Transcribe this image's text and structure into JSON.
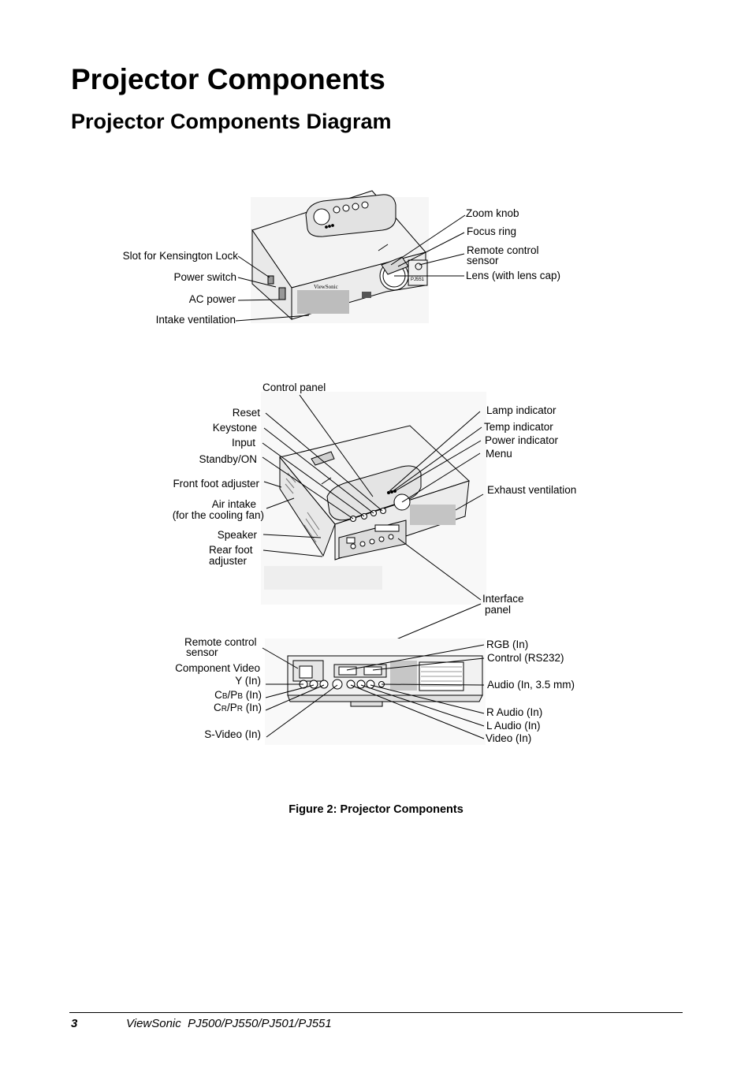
{
  "heading": "Projector Components",
  "subheading": "Projector Components Diagram",
  "labels": {
    "zoom_knob": "Zoom knob",
    "focus_ring": "Focus ring",
    "remote_sensor_front_1": "Remote control",
    "remote_sensor_front_2": "sensor",
    "lens": "Lens (with lens cap)",
    "kensington": "Slot for Kensington Lock",
    "power_switch": "Power switch",
    "ac_power": "AC power",
    "intake_vent": "Intake ventilation",
    "control_panel": "Control panel",
    "reset": "Reset",
    "keystone": "Keystone",
    "input": "Input",
    "standby": "Standby/ON",
    "front_foot": "Front foot adjuster",
    "air_intake_1": "Air intake",
    "air_intake_2": "(for the cooling fan)",
    "speaker": "Speaker",
    "rear_foot_1": "Rear foot",
    "rear_foot_2": "adjuster",
    "lamp_ind": "Lamp indicator",
    "temp_ind": "Temp indicator",
    "power_ind": "Power indicator",
    "menu": "Menu",
    "exhaust": "Exhaust ventilation",
    "interface_1": "Interface",
    "interface_2": "panel",
    "remote_sensor_rear_1": "Remote control",
    "remote_sensor_rear_2": "sensor",
    "component_video": "Component Video",
    "y_in": "Y (In)",
    "cb_big": "C",
    "cb_small1": "B",
    "cb_mid": "/P",
    "cb_small2": "B",
    "cb_tail": " (In)",
    "cr_big": "C",
    "cr_small1": "R",
    "cr_mid": "/P",
    "cr_small2": "R",
    "cr_tail": " (In)",
    "s_video": "S-Video (In)",
    "rgb_in": "RGB (In)",
    "control_rs232": "Control (RS232)",
    "audio_in": "Audio (In, 3.5 mm)",
    "r_audio": "R Audio (In)",
    "l_audio": "L Audio (In)",
    "video_in": "Video (In)"
  },
  "body_text": {
    "brand_front": "ViewSonic",
    "model_badge": "PJ551"
  },
  "caption": "Figure 2: Projector Components",
  "footer": {
    "page_number": "3",
    "title": "ViewSonic  PJ500/PJ550/PJ501/PJ551"
  }
}
